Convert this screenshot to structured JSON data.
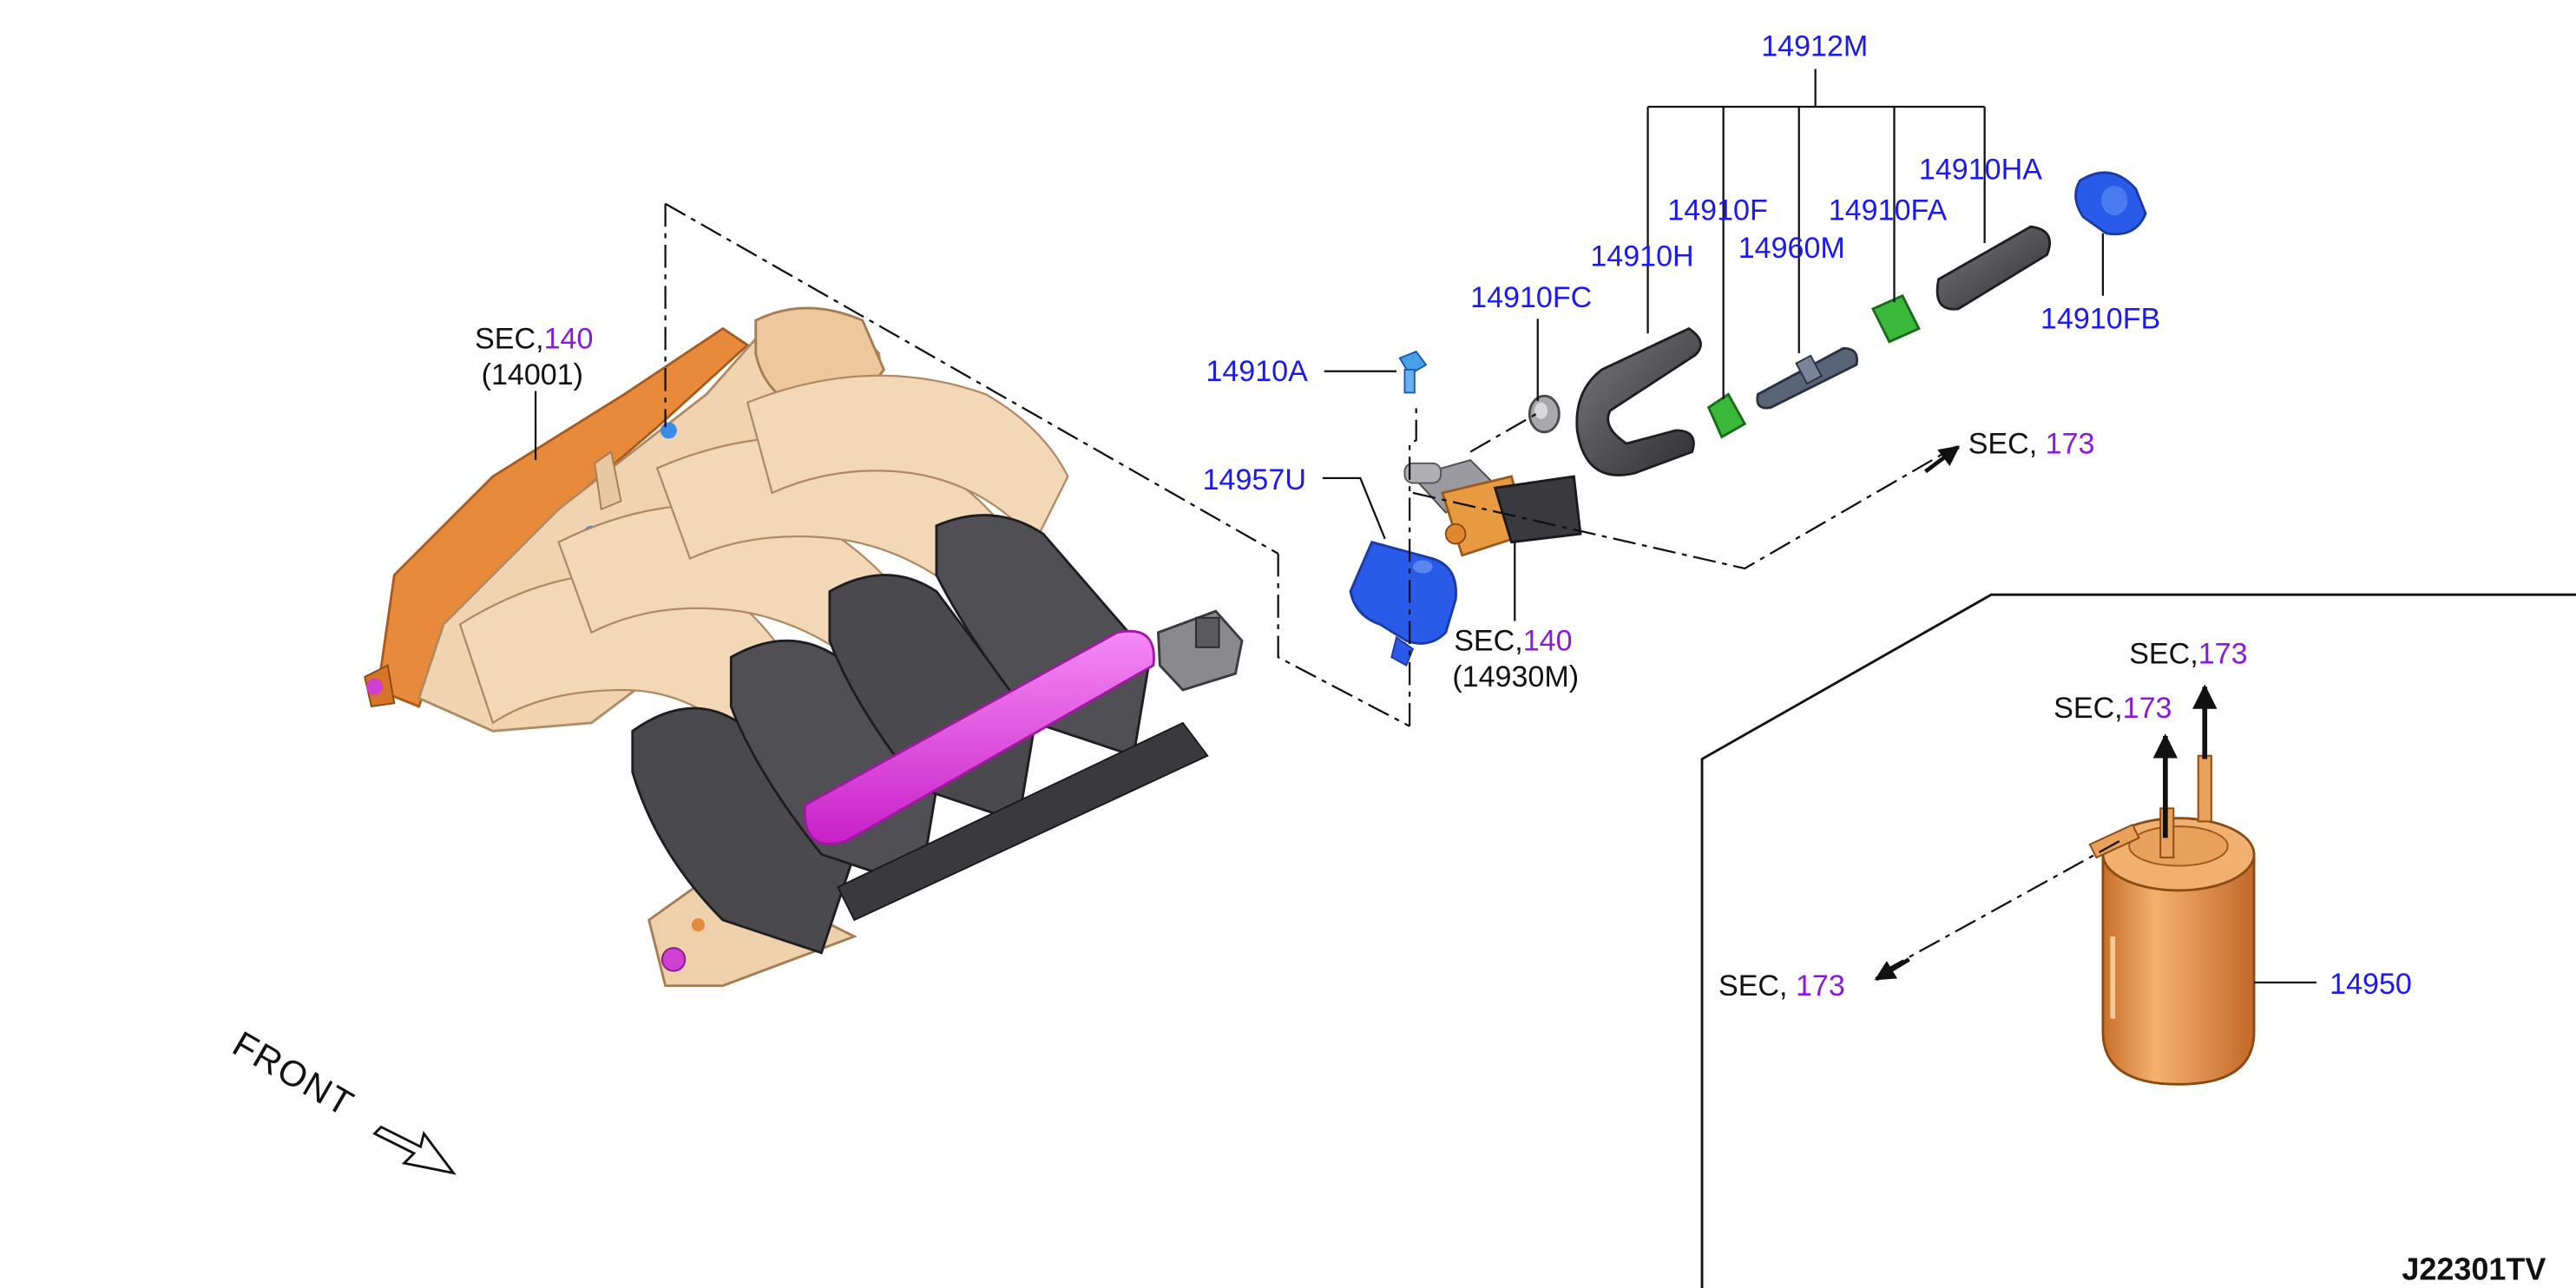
{
  "parts": {
    "p14912M": "14912M",
    "p14910HA": "14910HA",
    "p14910F": "14910F",
    "p14910FA": "14910FA",
    "p14910H": "14910H",
    "p14960M": "14960M",
    "p14910FC": "14910FC",
    "p14910FB": "14910FB",
    "p14910A": "14910A",
    "p14957U": "14957U",
    "p14950": "14950"
  },
  "sec_refs": {
    "sec_label": "SEC,",
    "manifold": {
      "num": "140",
      "sub": "(14001)"
    },
    "solenoid": {
      "num": "140",
      "sub": "(14930M)"
    },
    "hose_out": "173",
    "canister_top1": "173",
    "canister_top2": "173",
    "canister_left": "173"
  },
  "front_label": "FRONT",
  "diagram_code": "J22301TV",
  "colors": {
    "part_number": "#1a1aee",
    "section_number": "#8a1ad8",
    "manifold_body": "#f0d4b0",
    "runner_dark": "#4a4a4e",
    "gasket": "#e88a3c",
    "magenta_part": "#ee3cee",
    "bracket": "#2a5ae8",
    "canister": "#e89a50"
  }
}
